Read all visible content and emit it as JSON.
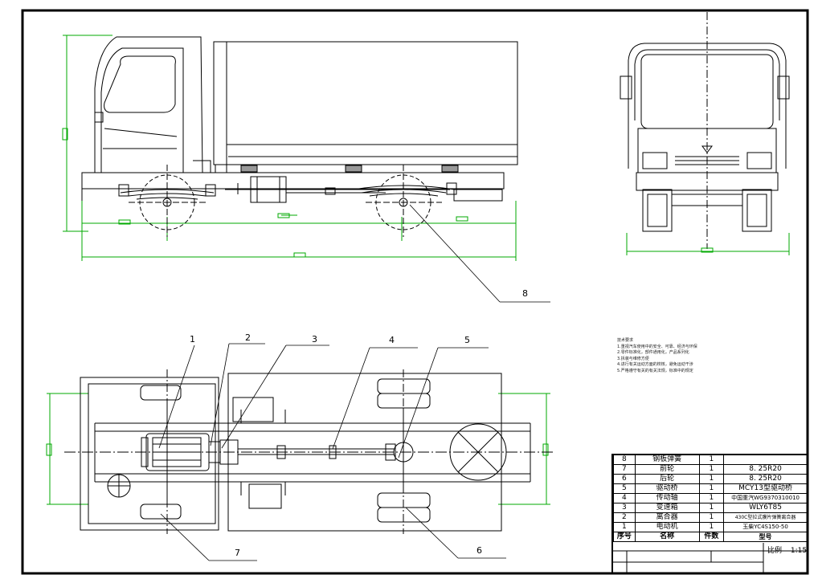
{
  "callouts": {
    "c1": "1",
    "c2": "2",
    "c3": "3",
    "c4": "4",
    "c5": "5",
    "c6": "6",
    "c7": "7",
    "c8": "8"
  },
  "notes": {
    "title": "技术要求",
    "lines": [
      "1.重视汽车使用中的安全、可靠、经济与环保",
      "2.零件标准化，部件通用化，产品系列化",
      "3.拆装与维修方便",
      "4.进行有关运动方面的校核，避免运动干涉",
      "5.严格遵守有关的有关法规，标准中的规定"
    ]
  },
  "bom": {
    "rows": [
      {
        "no": "8",
        "name": "钢板弹簧",
        "qty": "1",
        "model": ""
      },
      {
        "no": "7",
        "name": "前轮",
        "qty": "1",
        "model": "8. 25R20"
      },
      {
        "no": "6",
        "name": "后轮",
        "qty": "1",
        "model": "8. 25R20"
      },
      {
        "no": "5",
        "name": "驱动桥",
        "qty": "1",
        "model": "MCY13型驱动桥"
      },
      {
        "no": "4",
        "name": "传动轴",
        "qty": "1",
        "model": "中国重汽WG9370310010"
      },
      {
        "no": "3",
        "name": "变速箱",
        "qty": "1",
        "model": "WLY6T85"
      },
      {
        "no": "2",
        "name": "离合器",
        "qty": "1",
        "model": "430C型拉式膜片弹簧离合器"
      },
      {
        "no": "1",
        "name": "电动机",
        "qty": "1",
        "model": "玉柴YC4S150-50"
      }
    ],
    "header": {
      "no": "序号",
      "name": "名称",
      "qty": "件数",
      "model": "型号"
    }
  },
  "scale": {
    "label": "比例",
    "value": "1:15"
  }
}
